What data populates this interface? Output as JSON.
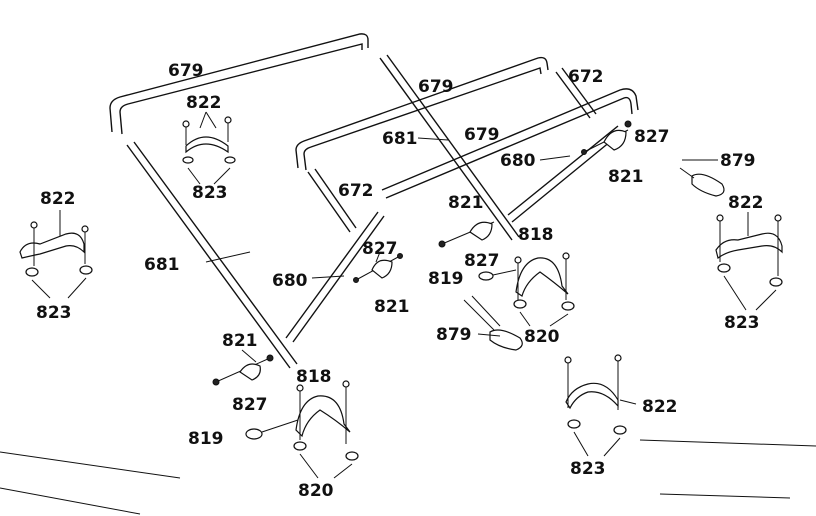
{
  "labels": {
    "p679_a": "679",
    "p679_b": "679",
    "p679_c": "679",
    "p672_a": "672",
    "p672_b": "672",
    "p681_a": "681",
    "p681_b": "681",
    "p680_a": "680",
    "p680_b": "680",
    "p822_a": "822",
    "p822_b": "822",
    "p822_c": "822",
    "p822_d": "822",
    "p823_a": "823",
    "p823_b": "823",
    "p823_c": "823",
    "p823_d": "823",
    "p827_a": "827",
    "p827_b": "827",
    "p827_c": "827",
    "p827_d": "827",
    "p821_a": "821",
    "p821_b": "821",
    "p821_c": "821",
    "p821_d": "821",
    "p818_a": "818",
    "p818_b": "818",
    "p819_a": "819",
    "p819_b": "819",
    "p820_a": "820",
    "p820_b": "820",
    "p879_a": "879",
    "p879_b": "879"
  }
}
